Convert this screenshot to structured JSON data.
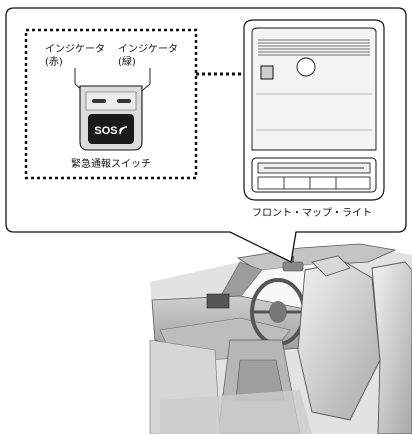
{
  "labels": {
    "indicator_red_line1": "インジケータ",
    "indicator_red_line2": "(赤)",
    "indicator_green_line1": "インジケータ",
    "indicator_green_line2": "(緑)",
    "button_text": "SOS",
    "switch_caption": "緊急通報スイッチ",
    "lamp_caption": "フロント・マップ・ライト"
  },
  "colors": {
    "ink": "#111111",
    "panel_fill": "#dcdcdc",
    "interior_shade": "#cfcfcf"
  }
}
